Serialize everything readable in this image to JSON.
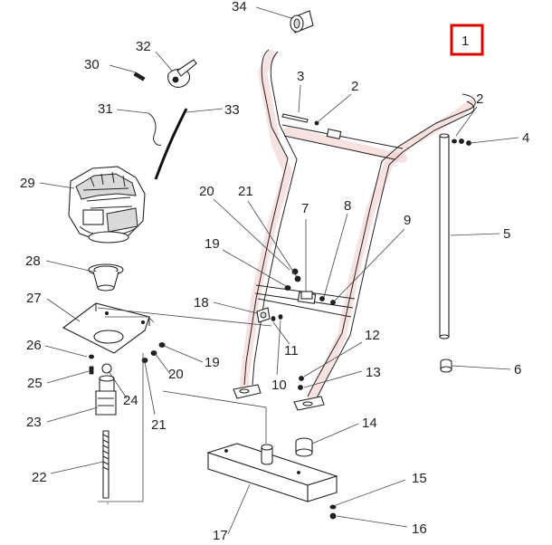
{
  "diagram": {
    "highlight_color": "#e00000",
    "highlighted_part": "1",
    "labels": [
      {
        "id": "34",
        "text": "34"
      },
      {
        "id": "32",
        "text": "32"
      },
      {
        "id": "30",
        "text": "30"
      },
      {
        "id": "31",
        "text": "31"
      },
      {
        "id": "33",
        "text": "33"
      },
      {
        "id": "29",
        "text": "29"
      },
      {
        "id": "28",
        "text": "28"
      },
      {
        "id": "27",
        "text": "27"
      },
      {
        "id": "26",
        "text": "26"
      },
      {
        "id": "25",
        "text": "25"
      },
      {
        "id": "24",
        "text": "24"
      },
      {
        "id": "23",
        "text": "23"
      },
      {
        "id": "22",
        "text": "22"
      },
      {
        "id": "21a",
        "text": "21"
      },
      {
        "id": "20a",
        "text": "20"
      },
      {
        "id": "19a",
        "text": "19"
      },
      {
        "id": "17",
        "text": "17"
      },
      {
        "id": "3",
        "text": "3"
      },
      {
        "id": "2a",
        "text": "2"
      },
      {
        "id": "1",
        "text": "1"
      },
      {
        "id": "2b",
        "text": "2"
      },
      {
        "id": "4",
        "text": "4"
      },
      {
        "id": "5",
        "text": "5"
      },
      {
        "id": "6",
        "text": "6"
      },
      {
        "id": "20b",
        "text": "20"
      },
      {
        "id": "21b",
        "text": "21"
      },
      {
        "id": "7",
        "text": "7"
      },
      {
        "id": "8",
        "text": "8"
      },
      {
        "id": "9",
        "text": "9"
      },
      {
        "id": "19b",
        "text": "19"
      },
      {
        "id": "18",
        "text": "18"
      },
      {
        "id": "11",
        "text": "11"
      },
      {
        "id": "10",
        "text": "10"
      },
      {
        "id": "12",
        "text": "12"
      },
      {
        "id": "13",
        "text": "13"
      },
      {
        "id": "14",
        "text": "14"
      },
      {
        "id": "15",
        "text": "15"
      },
      {
        "id": "16",
        "text": "16"
      }
    ]
  }
}
